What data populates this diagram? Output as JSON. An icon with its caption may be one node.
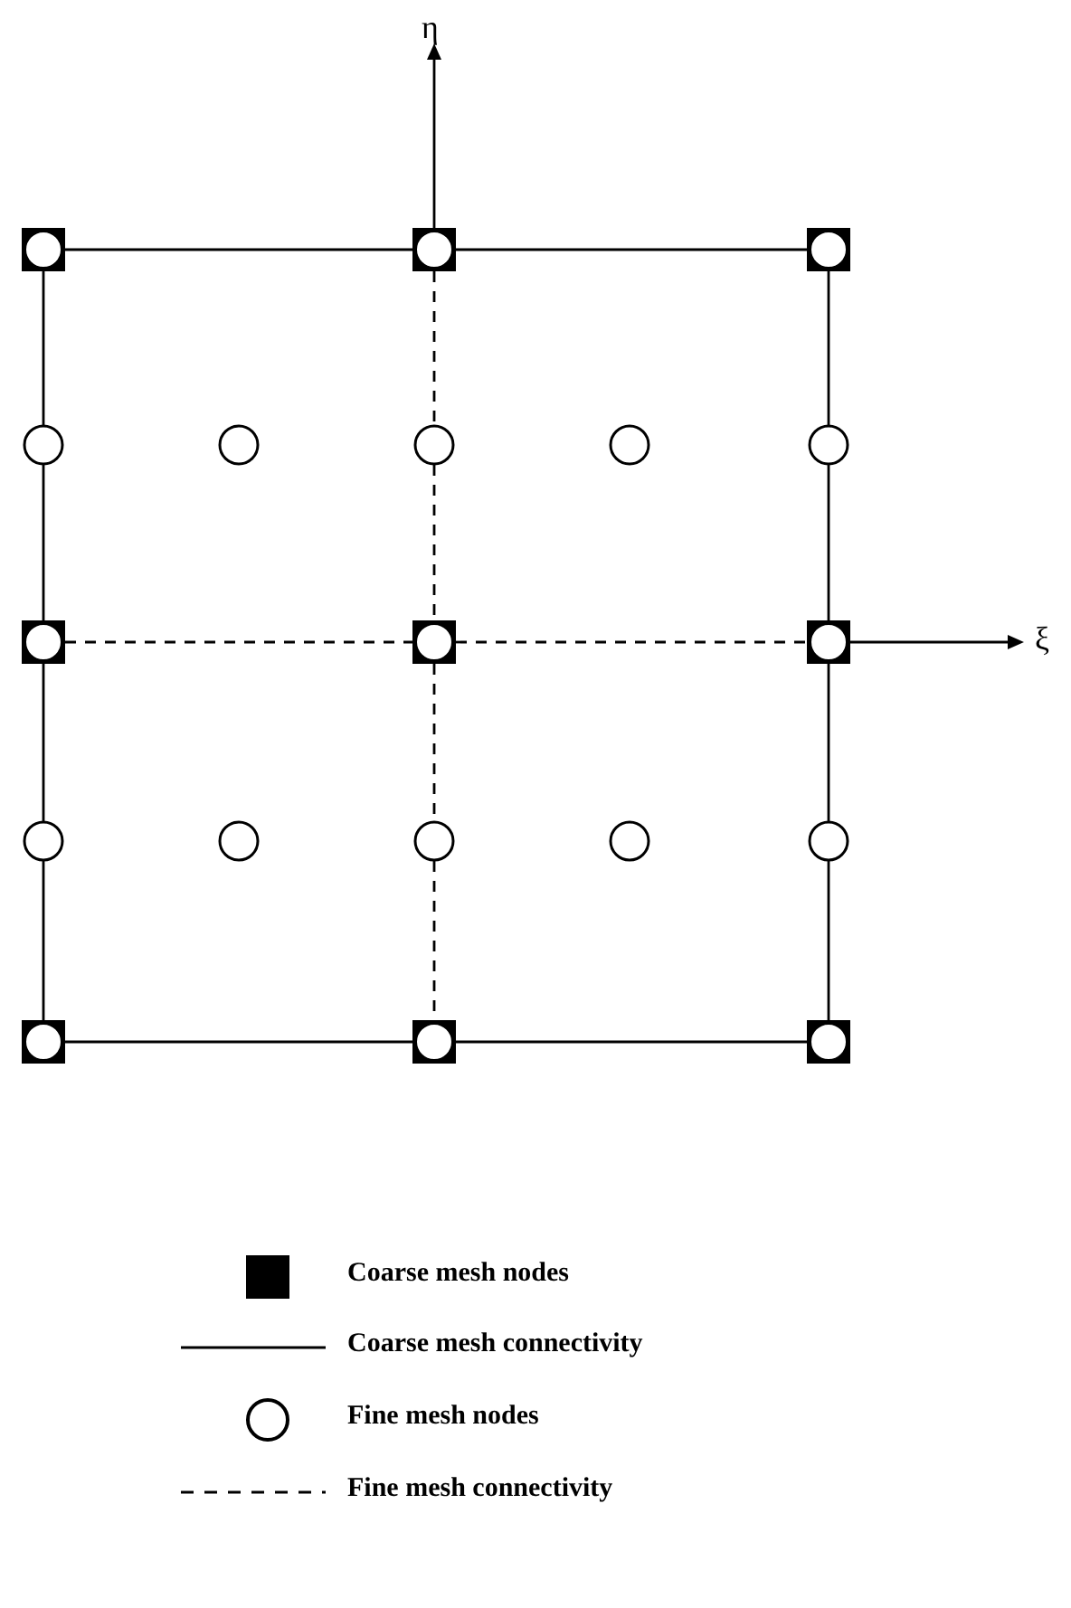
{
  "diagram": {
    "nodes": [
      {
        "text": [],
        "shape": "box"
      },
      {
        "text": [],
        "shape": "box"
      },
      {
        "text": [],
        "shape": "box"
      },
      {
        "text": [],
        "shape": "circle"
      },
      {
        "text": [],
        "shape": "circle"
      },
      {
        "text": [],
        "shape": "circle"
      },
      {
        "text": [],
        "shape": "circle"
      },
      {
        "text": [],
        "shape": "circle"
      },
      {
        "text": [],
        "shape": "box"
      },
      {
        "text": [],
        "shape": "box"
      },
      {
        "text": [],
        "shape": "box"
      },
      {
        "text": [],
        "shape": "circle"
      },
      {
        "text": [],
        "shape": "circle"
      },
      {
        "text": [],
        "shape": "circle"
      },
      {
        "text": [],
        "shape": "circle"
      },
      {
        "text": [],
        "shape": "circle"
      },
      {
        "text": [],
        "shape": "box"
      },
      {
        "text": [],
        "shape": "box"
      },
      {
        "text": [],
        "shape": "box"
      }
    ],
    "edges": [
      {
        "from": 0,
        "to": 1,
        "arrow": "none"
      },
      {
        "from": 1,
        "to": 2,
        "arrow": "none"
      },
      {
        "from": 0,
        "to": 3,
        "arrow": "none"
      },
      {
        "from": 3,
        "to": 8,
        "arrow": "none"
      },
      {
        "from": 8,
        "to": 11,
        "arrow": "none"
      },
      {
        "from": 11,
        "to": 16,
        "arrow": "none"
      },
      {
        "from": 2,
        "to": 7,
        "arrow": "none"
      },
      {
        "from": 7,
        "to": 10,
        "arrow": "none"
      },
      {
        "from": 10,
        "to": 15,
        "arrow": "none"
      },
      {
        "from": 15,
        "to": 18,
        "arrow": "none"
      },
      {
        "from": 16,
        "to": 17,
        "arrow": "none"
      },
      {
        "from": 17,
        "to": 18,
        "arrow": "none"
      },
      {
        "from": 1,
        "to": 5,
        "arrow": "none",
        "style": "dashed"
      },
      {
        "from": 5,
        "to": 9,
        "arrow": "none",
        "style": "dashed"
      },
      {
        "from": 9,
        "to": 13,
        "arrow": "none",
        "style": "dashed"
      },
      {
        "from": 13,
        "to": 17,
        "arrow": "none",
        "style": "dashed"
      },
      {
        "from": 8,
        "to": 9,
        "arrow": "none",
        "style": "dashed"
      },
      {
        "from": 9,
        "to": 10,
        "arrow": "none",
        "style": "dashed"
      }
    ],
    "labels": [
      "η",
      "ξ"
    ],
    "legend": [
      {
        "text": "Coarse mesh nodes"
      },
      {
        "text": "Coarse mesh connectivity"
      },
      {
        "text": "Fine mesh nodes"
      },
      {
        "text": "Fine mesh connectivity"
      }
    ]
  }
}
